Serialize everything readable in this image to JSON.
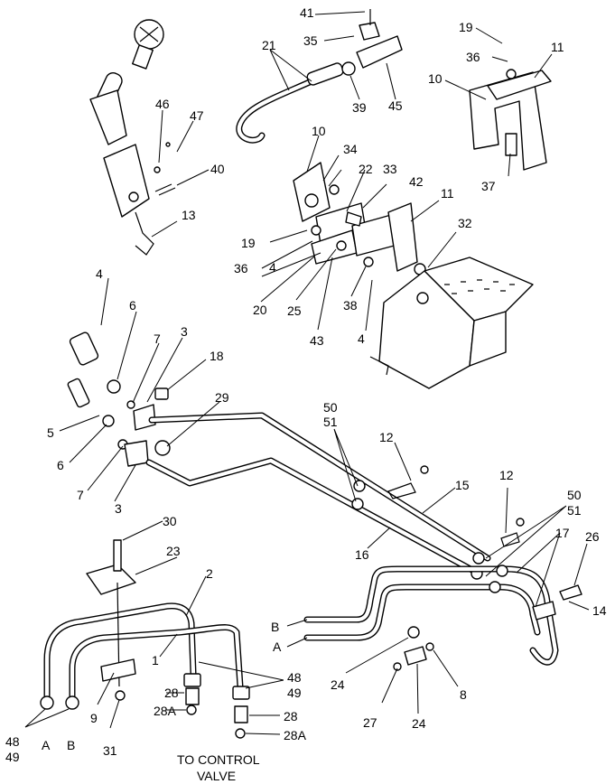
{
  "labels": {
    "p41": "41",
    "p35": "35",
    "p21": "21",
    "p39": "39",
    "p45": "45",
    "p19a": "19",
    "p36a": "36",
    "p11a": "11",
    "p10a": "10",
    "p37": "37",
    "p46": "46",
    "p47": "47",
    "p40": "40",
    "p13": "13",
    "p10b": "10",
    "p34": "34",
    "p22": "22",
    "p33": "33",
    "p42": "42",
    "p11b": "11",
    "p19b": "19",
    "p36b": "36",
    "p4a": "4",
    "p32": "32",
    "p20": "20",
    "p25": "25",
    "p38": "38",
    "p43": "43",
    "p4b": "4",
    "p4c": "4",
    "p6a": "6",
    "p7a": "7",
    "p3a": "3",
    "p18": "18",
    "p29": "29",
    "p5": "5",
    "p6b": "6",
    "p7b": "7",
    "p3b": "3",
    "p50a": "50",
    "p51a": "51",
    "p12a": "12",
    "p15": "15",
    "p16": "16",
    "p12b": "12",
    "p50b": "50",
    "p51b": "51",
    "p17": "17",
    "p26": "26",
    "p14": "14",
    "p30": "30",
    "p23": "23",
    "p2": "2",
    "p1": "1",
    "pB1": "B",
    "pA1": "A",
    "p24a": "24",
    "p24b": "24",
    "p27": "27",
    "p8": "8",
    "p48a": "48",
    "p49a": "49",
    "p28a": "28",
    "p28Aa": "28A",
    "p28b": "28",
    "p28Ab": "28A",
    "p48b": "48",
    "p49b": "49",
    "pA2": "A",
    "pB2": "B",
    "p9": "9",
    "p31": "31",
    "to_control": "TO  CONTROL",
    "valve": "VALVE"
  }
}
